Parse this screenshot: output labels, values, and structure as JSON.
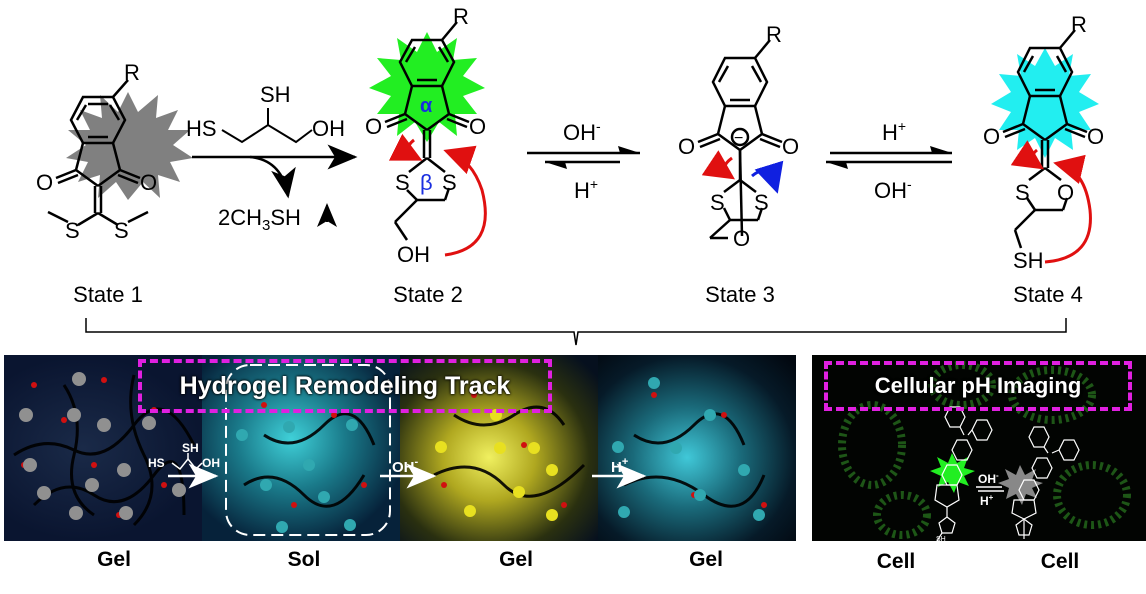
{
  "scheme": {
    "states": [
      {
        "label": "State 1",
        "glow_color": "#808080",
        "substituent": "R"
      },
      {
        "label": "State 2",
        "glow_color": "#22ee22",
        "substituent": "R",
        "alpha": "α",
        "beta": "β"
      },
      {
        "label": "State 3",
        "substituent": "R",
        "charge": "−"
      },
      {
        "label": "State 4",
        "glow_color": "#22eef0",
        "substituent": "R"
      }
    ],
    "step1": {
      "reagent_top": "SH",
      "reagent_left": "HS",
      "reagent_right": "OH",
      "byproduct": "2CH3SH",
      "byproduct_main": "2CH",
      "byproduct_sub": "3",
      "byproduct_end": "SH"
    },
    "step2": {
      "forward": "OH",
      "forward_sup": "-",
      "reverse": "H",
      "reverse_sup": "+"
    },
    "step3": {
      "forward": "H",
      "forward_sup": "+",
      "reverse": "OH",
      "reverse_sup": "-"
    },
    "atoms": {
      "O": "O",
      "S": "S",
      "OH": "OH",
      "SH": "SH"
    }
  },
  "hydrogel_panel": {
    "title": "Hydrogel Remodeling Track",
    "arrows": [
      {
        "reagent": "HS SH OH"
      },
      {
        "reagent": "OH",
        "sup": "-"
      },
      {
        "reagent": "H",
        "sup": "+"
      }
    ],
    "arrow1": {
      "top": "SH",
      "left": "HS",
      "right": "OH"
    },
    "captions": [
      "Gel",
      "Sol",
      "Gel",
      "Gel"
    ]
  },
  "cell_panel": {
    "title": "Cellular pH Imaging",
    "forward": "OH",
    "forward_sup": "-",
    "reverse": "H",
    "reverse_sup": "+",
    "sh_label": "SH",
    "captions": [
      "Cell",
      "Cell"
    ]
  },
  "colors": {
    "magenta_dash": "#e020e0",
    "red_arrow": "#e01010",
    "blue_arrow": "#1020e0",
    "alpha_beta": "#1a2ee0"
  }
}
